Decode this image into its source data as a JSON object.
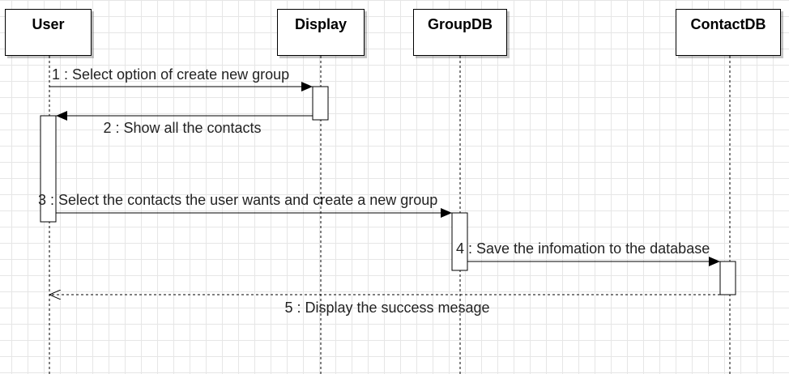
{
  "participants": [
    {
      "id": "user",
      "label": "User"
    },
    {
      "id": "display",
      "label": "Display"
    },
    {
      "id": "groupdb",
      "label": "GroupDB"
    },
    {
      "id": "contactdb",
      "label": "ContactDB"
    }
  ],
  "messages": [
    {
      "label": "1 : Select option of create new group",
      "from": "user",
      "to": "display",
      "kind": "sync"
    },
    {
      "label": "2 : Show all the contacts",
      "from": "display",
      "to": "user",
      "kind": "sync"
    },
    {
      "label": "3 : Select the contacts the user wants and create a new group",
      "from": "user",
      "to": "groupdb",
      "kind": "sync"
    },
    {
      "label": "4 : Save the infomation to the database",
      "from": "groupdb",
      "to": "contactdb",
      "kind": "sync"
    },
    {
      "label": "5 : Display the success mesage",
      "from": "contactdb",
      "to": "user",
      "kind": "return"
    }
  ],
  "colors": {
    "line": "#000000",
    "text": "#222222",
    "grid": "#e6e6e6",
    "background": "#ffffff"
  }
}
